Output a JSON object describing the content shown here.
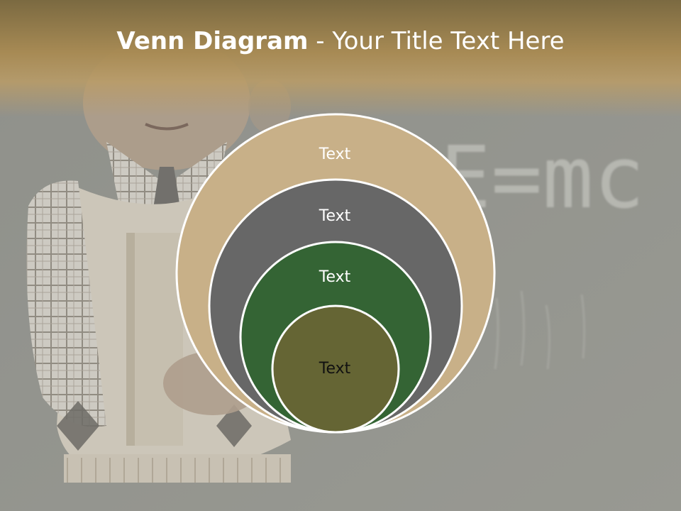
{
  "slide": {
    "title_bold": "Venn Diagram",
    "title_rest": " - Your Title Text Here"
  },
  "background": {
    "chalk_text": "E=mc"
  },
  "diagram": {
    "circles": [
      {
        "label": "Text",
        "fill": "#c8b088",
        "label_color": "#ffffff"
      },
      {
        "label": "Text",
        "fill": "#676767",
        "label_color": "#ffffff"
      },
      {
        "label": "Text",
        "fill": "#346434",
        "label_color": "#ffffff"
      },
      {
        "label": "Text",
        "fill": "#656534",
        "label_color": "#111111"
      }
    ],
    "outline_color": "#ffffff"
  }
}
